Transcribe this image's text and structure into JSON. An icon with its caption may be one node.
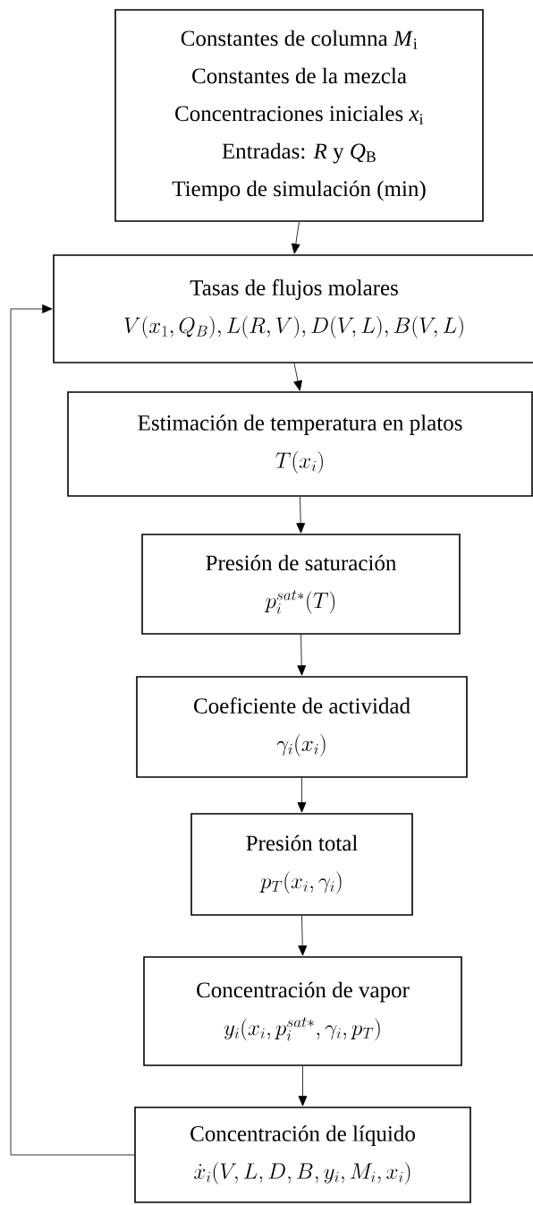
{
  "diagram": {
    "nodes": [
      {
        "text": [
          "Constantes de columna *M*$_{i}$",
          "Constantes de la mezcla",
          "Concentraciones iniciales *x*$_{i}$",
          "Entradas: *R* y *Q*$_{B}$",
          "Tiempo de simulación (min)"
        ]
      },
      {
        "text": [
          "Tasas de flujos molares",
          "V(x_1,Q_B),L(R,V),D(V,L),B(V,L)"
        ]
      },
      {
        "text": [
          "Estimación de temperatura en platos",
          "T(x_i)"
        ]
      },
      {
        "text": [
          "Presión de saturación",
          "p_i^{sat*}(T)"
        ]
      },
      {
        "text": [
          "Coeficiente de actividad",
          "\\gamma_i(x_i)"
        ]
      },
      {
        "text": [
          "Presión total",
          "p_T(x_i,\\gamma_i)"
        ]
      },
      {
        "text": [
          "Concentración de vapor",
          "y_i(x_i,p_i^{sat*},\\gamma_i,p_T)"
        ]
      },
      {
        "text": [
          "Concentración de líquido",
          "\\dot{x}_i(V,L,D,B,y_i,M_i,x_i)"
        ]
      }
    ],
    "edges": [
      {
        "from": 0,
        "to": 1,
        "arrow": "to"
      },
      {
        "from": 1,
        "to": 2,
        "arrow": "to"
      },
      {
        "from": 2,
        "to": 3,
        "arrow": "to"
      },
      {
        "from": 3,
        "to": 4,
        "arrow": "to"
      },
      {
        "from": 4,
        "to": 5,
        "arrow": "to"
      },
      {
        "from": 5,
        "to": 6,
        "arrow": "to"
      },
      {
        "from": 6,
        "to": 7,
        "arrow": "to"
      },
      {
        "from": 7,
        "to": 1,
        "arrow": "to"
      }
    ]
  }
}
